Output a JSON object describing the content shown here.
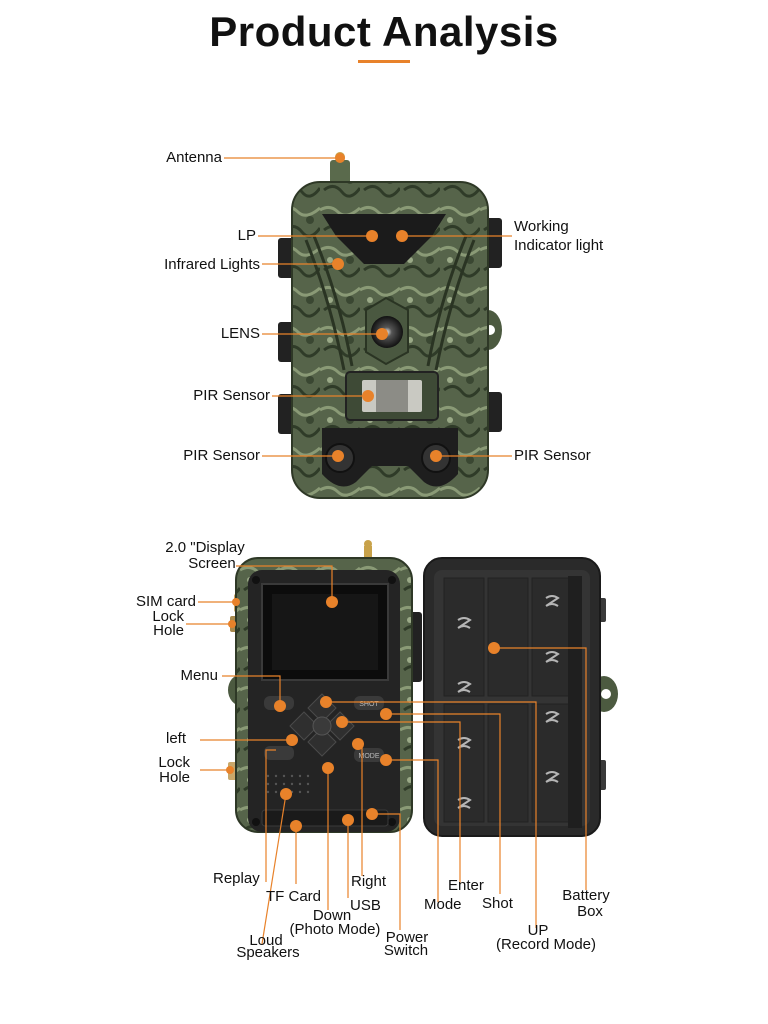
{
  "title": "Product Analysis",
  "colors": {
    "accent": "#e8822a",
    "camo_dark": "#3c4a33",
    "camo_light": "#7d8c6a",
    "case_black": "#2a2a2a"
  },
  "front_view": {
    "labels": {
      "antenna": "Antenna",
      "lp": "LP",
      "infrared_lights": "Infrared Lights",
      "lens": "LENS",
      "pir_sensor_center": "PIR Sensor",
      "pir_sensor_left": "PIR Sensor",
      "pir_sensor_right": "PIR Sensor",
      "working_indicator_1": "Working",
      "working_indicator_2": "Indicator light"
    }
  },
  "back_view": {
    "labels": {
      "display_1": "2.0 \"Display",
      "display_2": "Screen",
      "sim_card": "SIM card",
      "lock_hole_top_1": "Lock",
      "lock_hole_top_2": "Hole",
      "menu": "Menu",
      "left": "left",
      "lock_hole_bottom_1": "Lock",
      "lock_hole_bottom_2": "Hole",
      "replay": "Replay",
      "tf_card": "TF Card",
      "usb": "USB",
      "right": "Right",
      "down_1": "Down",
      "down_2": "(Photo Mode)",
      "loud_speakers_1": "Loud",
      "loud_speakers_2": "Speakers",
      "power_switch_1": "Power",
      "power_switch_2": "Switch",
      "mode": "Mode",
      "enter": "Enter",
      "shot": "Shot",
      "up_1": "UP",
      "up_2": "(Record Mode)",
      "battery_box_1": "Battery",
      "battery_box_2": "Box",
      "button_shot": "SHOT",
      "button_mode": "MODE"
    }
  }
}
